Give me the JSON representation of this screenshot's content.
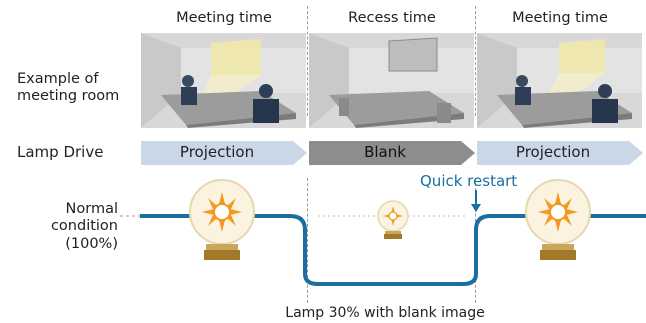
{
  "columns": [
    {
      "title": "Meeting time"
    },
    {
      "title": "Recess time"
    },
    {
      "title": "Meeting time"
    }
  ],
  "row_labels": {
    "meeting_room": "Example of\nmeeting room",
    "lamp_drive": "Lamp Drive"
  },
  "lamp_drive": {
    "segments": [
      "Projection",
      "Blank",
      "Projection"
    ]
  },
  "graph": {
    "level_label": "Normal\ncondition\n(100%)",
    "quick_restart": "Quick restart",
    "low_label": "Lamp 30% with blank image",
    "line_color": "#1a6ea1"
  },
  "colors": {
    "projection_arrow": "#c9d7e8",
    "blank_arrow": "#8d8d8d",
    "accent": "#1a6ea1"
  }
}
